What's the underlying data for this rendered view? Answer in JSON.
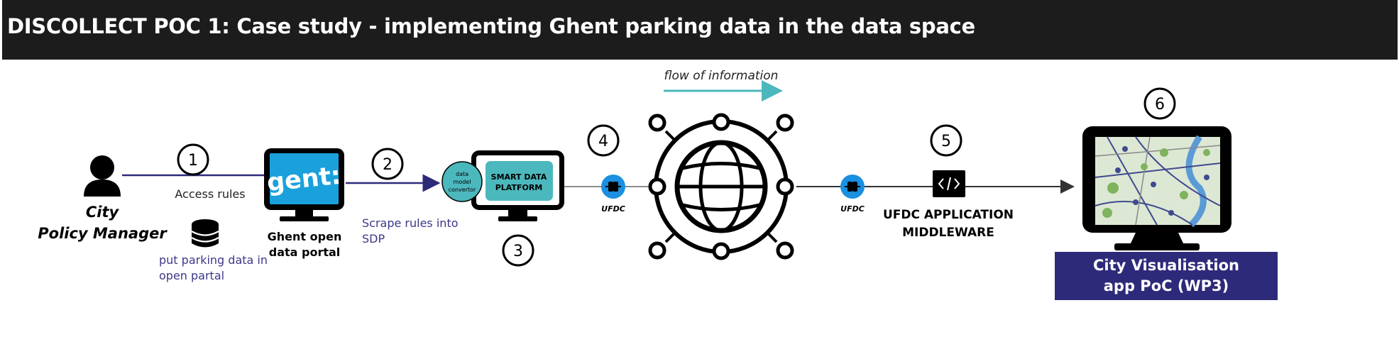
{
  "header": {
    "title": "DISCOLLECT POC 1: Case study - implementing Ghent parking data in the data space"
  },
  "flow": {
    "label": "flow of information"
  },
  "steps": {
    "s1": "1",
    "s2": "2",
    "s3": "3",
    "s4": "4",
    "s5": "5",
    "s6": "6"
  },
  "policy_manager": {
    "line1": "City",
    "line2": "Policy Manager"
  },
  "access_rules": "Access rules",
  "parking_note": {
    "line1": "put parking data in",
    "line2": "open partal"
  },
  "ghent": {
    "logo": "gent:",
    "line1": "Ghent open",
    "line2": "data portal"
  },
  "scrape_note": {
    "line1": "Scrape rules into",
    "line2": "SDP"
  },
  "converter": {
    "line1": "data",
    "line2": "model",
    "line3": "convertor"
  },
  "sdp": {
    "line1": "SMART DATA",
    "line2": "PLATFORM"
  },
  "ufdc": {
    "left": "UFDC",
    "right": "UFDC"
  },
  "middleware": {
    "line1": "UFDC APPLICATION",
    "line2": "MIDDLEWARE"
  },
  "visualisation": {
    "line1": "City Visualisation",
    "line2": "app PoC (WP3)"
  },
  "colors": {
    "navy": "#2e2a7a",
    "teal": "#4bb8bd",
    "ufdc_blue": "#1b8fe0",
    "ghent_blue": "#1aa1dc",
    "header": "#1c1c1c"
  }
}
